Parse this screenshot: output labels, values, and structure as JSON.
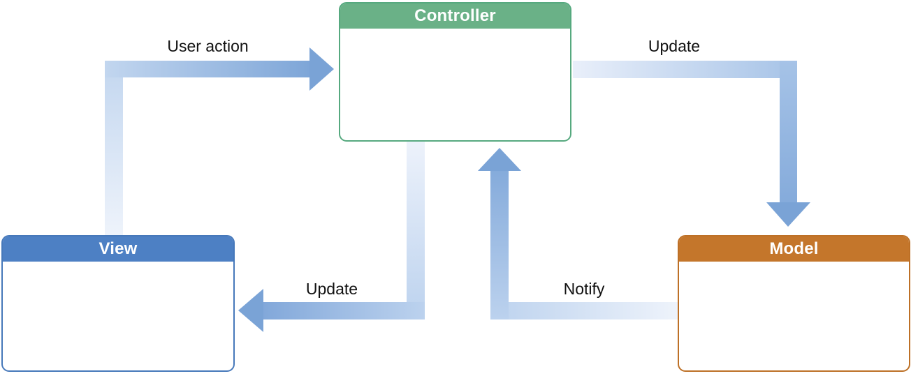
{
  "diagram": {
    "nodes": [
      {
        "id": "controller",
        "label": "Controller",
        "header_color": "#6ab187",
        "border_color": "#56a97f",
        "title_color": "#ffffff",
        "body_color": "#ffffff"
      },
      {
        "id": "view",
        "label": "View",
        "header_color": "#4d80c4",
        "border_color": "#4678ba",
        "title_color": "#ffffff",
        "body_color": "#ffffff"
      },
      {
        "id": "model",
        "label": "Model",
        "header_color": "#c4762b",
        "border_color": "#bd7026",
        "title_color": "#ffffff",
        "body_color": "#ffffff"
      }
    ],
    "arrows": [
      {
        "id": "user-action",
        "label": "User action",
        "from": "view",
        "to": "controller"
      },
      {
        "id": "update-model",
        "label": "Update",
        "from": "controller",
        "to": "model"
      },
      {
        "id": "update-view",
        "label": "Update",
        "from": "controller",
        "to": "view"
      },
      {
        "id": "notify",
        "label": "Notify",
        "from": "model",
        "to": "controller"
      }
    ],
    "arrow_style": {
      "light_color": "#eef3fb",
      "mid_color": "#bcd2ee",
      "dark_color": "#7aa3d6",
      "label_color": "#111111"
    }
  }
}
